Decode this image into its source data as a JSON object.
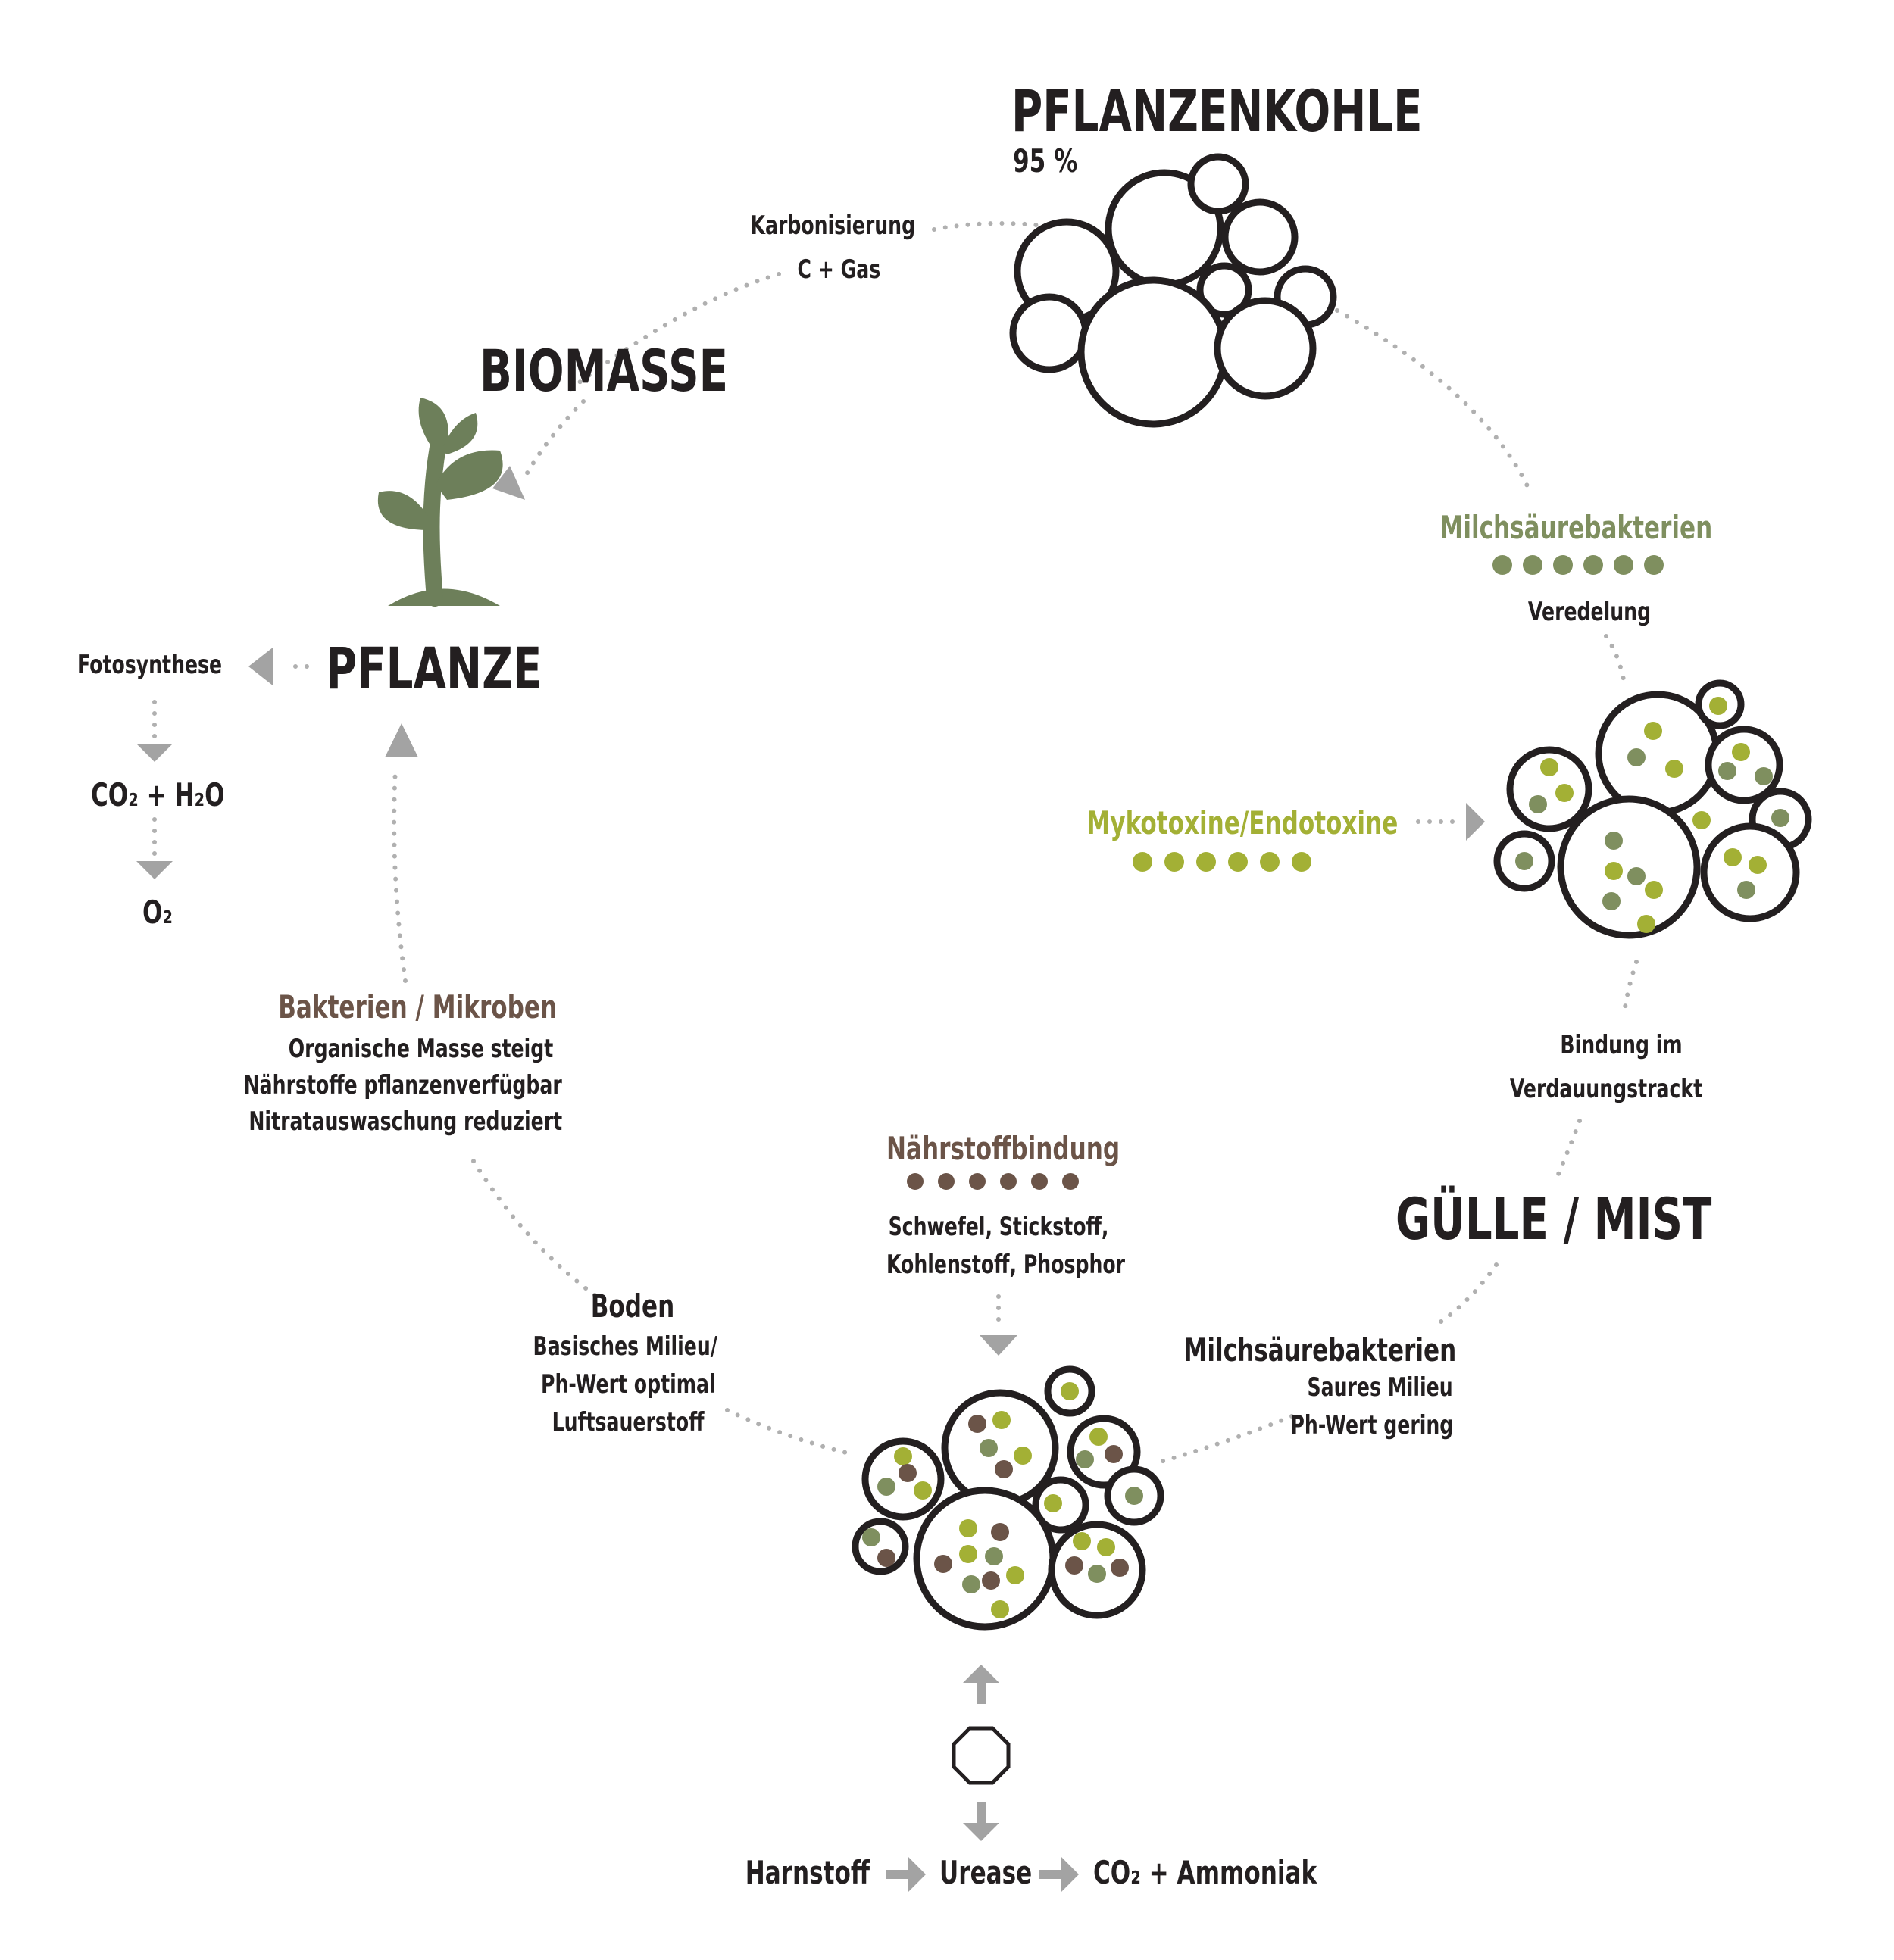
{
  "colors": {
    "ink": "#231f20",
    "gray_arrow": "#a3a3a3",
    "dot_gray": "#b0b0b0",
    "plant_green": "#6d7f5a",
    "milch_green": "#7f8f5f",
    "myko_lime": "#a3b035",
    "naehr_brown": "#6b5448"
  },
  "labels": {
    "pflanzenkohle": "PFLANZENKOHLE",
    "pflanzenkohle_pct": "95 %",
    "karbonisierung": "Karbonisierung",
    "c_gas": "C + Gas",
    "biomasse": "BIOMASSE",
    "pflanze": "PFLANZE",
    "fotosynthese": "Fotosynthese",
    "co2_h2o": "CO₂ + H₂O",
    "o2": "O₂",
    "milch_top": "Milchsäurebakterien",
    "veredelung": "Veredelung",
    "myko": "Mykotoxine/Endotoxine",
    "bindung_1": "Bindung im",
    "bindung_2": "Verdauungstrackt",
    "guelle": "GÜLLE / MIST",
    "milch_bottom": "Milchsäurebakterien",
    "saures_milieu": "Saures Milieu",
    "ph_gering": "Ph-Wert gering",
    "naehrstoffbindung": "Nährstoffbindung",
    "schwefel": "Schwefel, Stickstoff,",
    "kohlenstoff": "Kohlenstoff, Phosphor",
    "boden": "Boden",
    "basisch": "Basisches Milieu/",
    "ph_optimal": "Ph-Wert optimal",
    "luftsauerstoff": "Luftsauerstoff",
    "bakterien": "Bakterien / Mikroben",
    "org_masse": "Organische Masse steigt",
    "naehrstoffe": "Nährstoffe pflanzenverfügbar",
    "nitrat": "Nitratauswaschung reduziert",
    "harnstoff": "Harnstoff",
    "urease": "Urease",
    "co2_ammoniak": "CO₂ + Ammoniak"
  },
  "icons": {
    "plant": "seedling-icon",
    "urease_symbol": "octagon-icon",
    "arrow": "arrow-icon"
  }
}
